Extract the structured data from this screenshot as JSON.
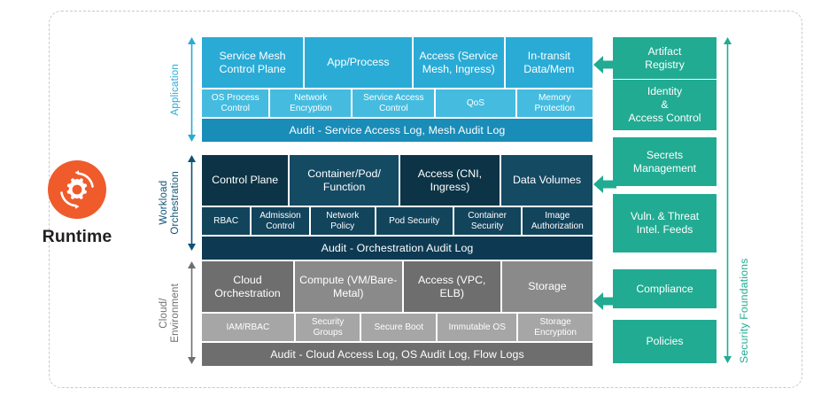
{
  "runtime": {
    "label": "Runtime",
    "icon": "runtime-gear-refresh-icon",
    "color": "#ef5b2b"
  },
  "colors": {
    "application_main": "#29abd6",
    "application_main_alt": "#1e9dcb",
    "application_sub": "#45bcdf",
    "application_audit": "#1a8cb8",
    "workload_main": "#0c3446",
    "workload_main_alt": "#154a63",
    "workload_sub": "#12445c",
    "workload_audit": "#0d3a52",
    "cloud_main": "#6e6e6e",
    "cloud_main_alt": "#8a8a8a",
    "cloud_sub": "#a6a6a6",
    "cloud_audit": "#6e6e6e",
    "teal": "#21ab92",
    "frame": "#c9c9c9"
  },
  "layers": [
    {
      "axis_label": "Application",
      "axis_color": "#29abd6",
      "main": [
        {
          "label": "Service Mesh\nControl Plane",
          "flex": 116
        },
        {
          "label": "App/Process",
          "flex": 123
        },
        {
          "label": "Access\n(Service Mesh,\nIngress)",
          "flex": 103
        },
        {
          "label": "In-transit\nData/Mem",
          "flex": 99
        }
      ],
      "sub": [
        {
          "label": "OS Process\nControl",
          "flex": 76
        },
        {
          "label": "Network\nEncryption",
          "flex": 93
        },
        {
          "label": "Service Access\nControl",
          "flex": 94
        },
        {
          "label": "QoS",
          "flex": 91
        },
        {
          "label": "Memory\nProtection",
          "flex": 87
        }
      ],
      "audit": "Audit - Service Access Log, Mesh Audit Log"
    },
    {
      "axis_label": "Workload\nOrchestration",
      "axis_color": "#0f5273",
      "main": [
        {
          "label": "Control\nPlane",
          "flex": 98
        },
        {
          "label": "Container/Pod/\nFunction",
          "flex": 125
        },
        {
          "label": "Access\n(CNI, Ingress)",
          "flex": 114
        },
        {
          "label": "Data\nVolumes",
          "flex": 104
        }
      ],
      "sub": [
        {
          "label": "RBAC",
          "flex": 54
        },
        {
          "label": "Admission\nControl",
          "flex": 65
        },
        {
          "label": "Network\nPolicy",
          "flex": 74
        },
        {
          "label": "Pod Security",
          "flex": 89
        },
        {
          "label": "Container\nSecurity",
          "flex": 77
        },
        {
          "label": "Image\nAuthorization",
          "flex": 82
        }
      ],
      "audit": "Audit - Orchestration Audit Log"
    },
    {
      "axis_label": "Cloud/\nEnvironment",
      "axis_color": "#6e6e6e",
      "main": [
        {
          "label": "Cloud\nOrchestration",
          "flex": 104
        },
        {
          "label": "Compute\n(VM/Bare-Metal)",
          "flex": 123
        },
        {
          "label": "Access\n(VPC, ELB)",
          "flex": 111
        },
        {
          "label": "Storage",
          "flex": 103
        }
      ],
      "sub": [
        {
          "label": "IAM/RBAC",
          "flex": 107
        },
        {
          "label": "Security\nGroups",
          "flex": 73
        },
        {
          "label": "Secure\nBoot",
          "flex": 85
        },
        {
          "label": "Immutable OS",
          "flex": 91
        },
        {
          "label": "Storage\nEncryption",
          "flex": 85
        }
      ],
      "audit": "Audit - Cloud Access Log, OS Audit Log, Flow Logs"
    }
  ],
  "foundations": {
    "axis_label": "Security Foundations",
    "items": [
      {
        "label": "Artifact\nRegistry"
      },
      {
        "label": "Identity\n&\nAccess Control"
      },
      {
        "label": "Secrets\nManagement"
      },
      {
        "label": "Vuln. & Threat\nIntel. Feeds"
      },
      {
        "label": "Compliance"
      },
      {
        "label": "Policies"
      }
    ]
  }
}
